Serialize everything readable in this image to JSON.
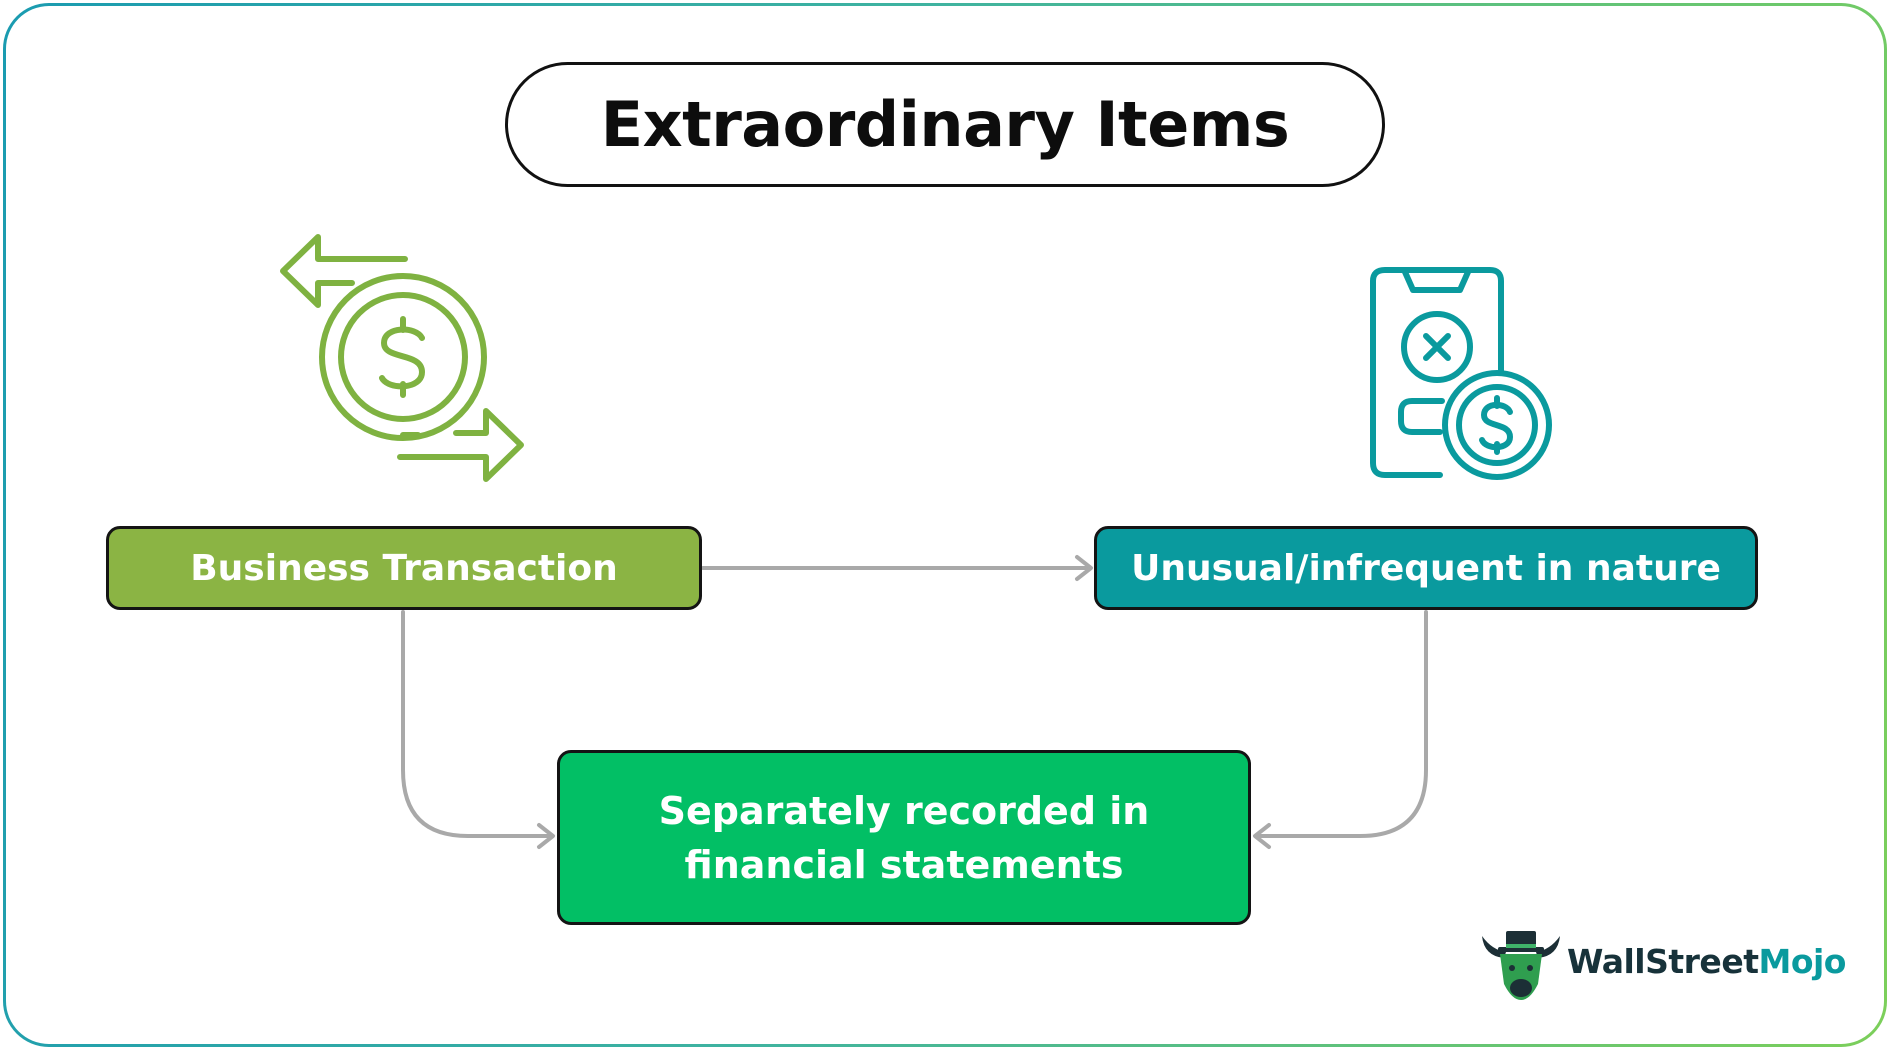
{
  "title": "Extraordinary Items",
  "nodes": {
    "business_transaction": "Business Transaction",
    "unusual_infrequent": "Unusual/infrequent in nature",
    "separately_recorded": "Separately recorded in financial statements"
  },
  "icons": {
    "left": "currency-exchange-icon",
    "right": "phone-cancel-payment-icon",
    "logo": "bull-mascot-icon"
  },
  "logo": {
    "brand_main": "WallStreet",
    "brand_accent": "Mojo"
  },
  "colors": {
    "business_node": "#8bb444",
    "unusual_node": "#0a9a9e",
    "recorded_node": "#02bf65",
    "connector": "#a9a9a9",
    "left_icon": "#7fb241",
    "right_icon": "#0a9a9e"
  }
}
